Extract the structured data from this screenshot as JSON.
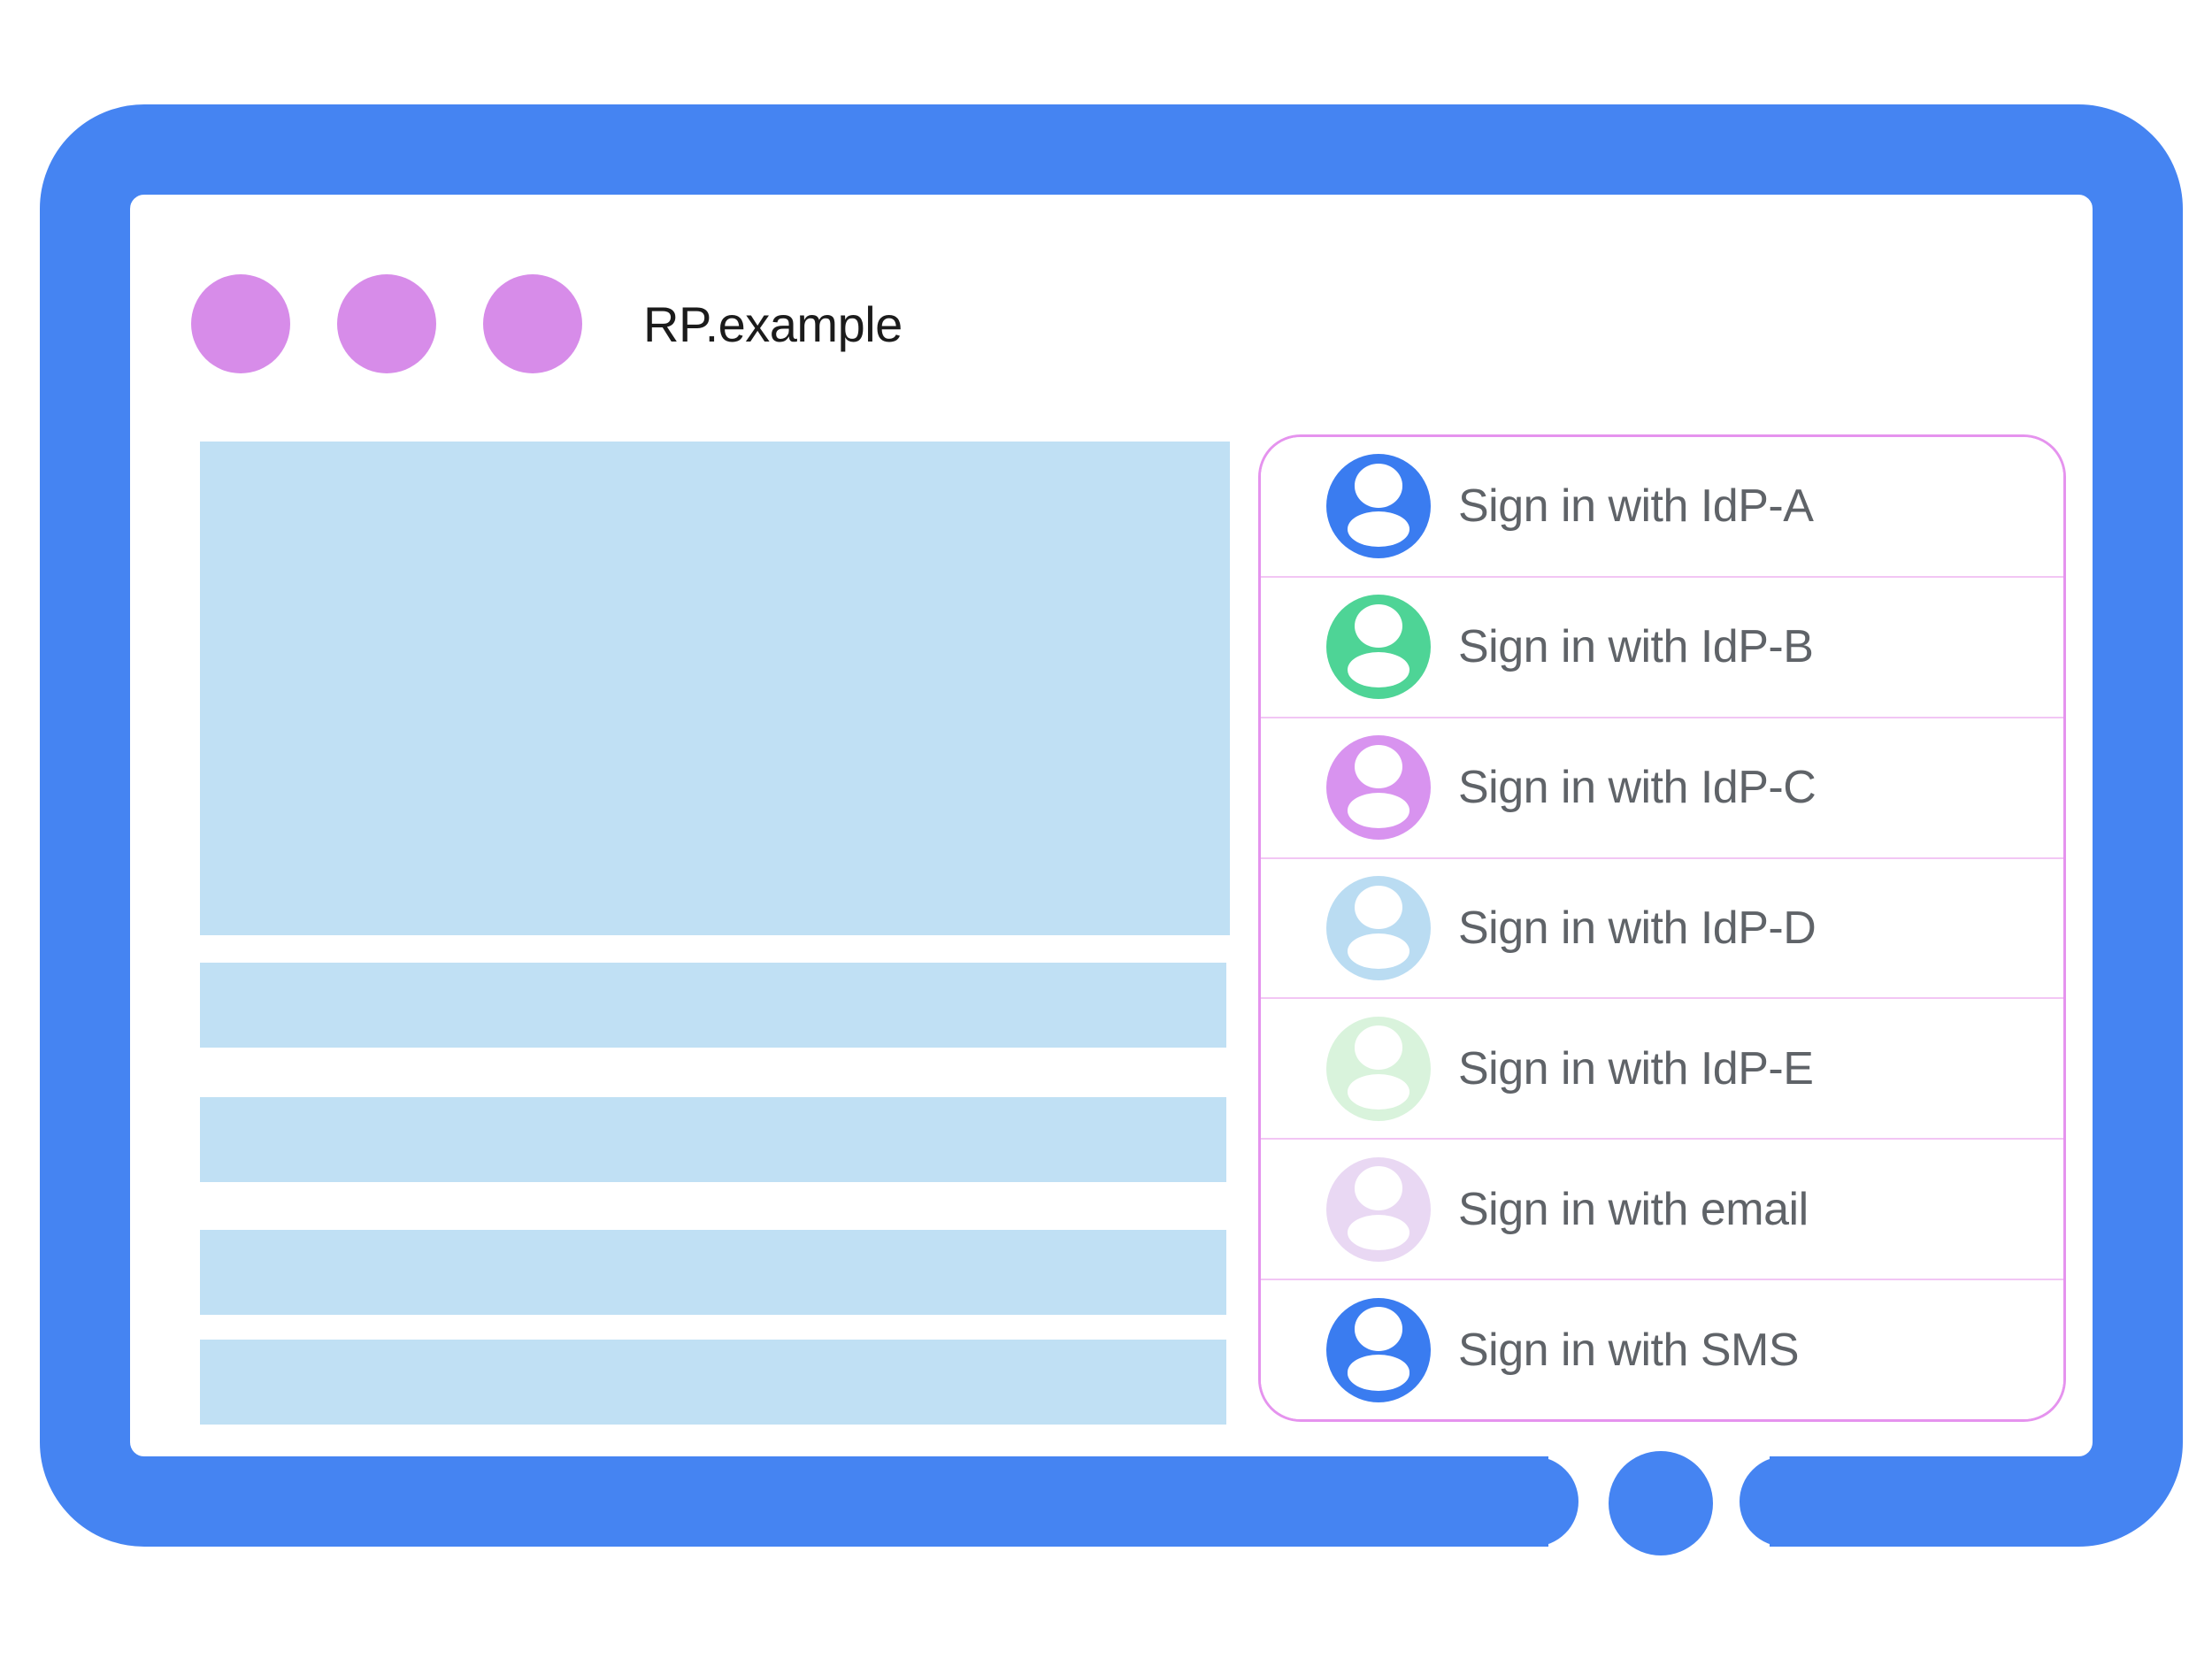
{
  "colors": {
    "frame_blue": "#4584f2",
    "window_dot_purple": "#d78ce9",
    "placeholder_blue": "#c0e0f4",
    "panel_border_pink": "#e593ee",
    "divider_pink": "#f2c6f4",
    "label_gray": "#5f6368",
    "title_black": "#1b1b1b"
  },
  "window": {
    "title": "RP.example"
  },
  "signin": {
    "rows": [
      {
        "label": "Sign in with IdP-A",
        "avatar_icon": "user-avatar-icon",
        "avatar_color": "#3a7cf0"
      },
      {
        "label": "Sign in with IdP-B",
        "avatar_icon": "user-avatar-icon",
        "avatar_color": "#4ed496"
      },
      {
        "label": "Sign in with IdP-C",
        "avatar_icon": "user-avatar-icon",
        "avatar_color": "#d893ef"
      },
      {
        "label": "Sign in with IdP-D",
        "avatar_icon": "user-avatar-icon",
        "avatar_color": "#badcf2"
      },
      {
        "label": "Sign in with IdP-E",
        "avatar_icon": "user-avatar-icon",
        "avatar_color": "#d9f3dc"
      },
      {
        "label": "Sign in with email",
        "avatar_icon": "user-avatar-icon",
        "avatar_color": "#e9d8f3"
      },
      {
        "label": "Sign in with SMS",
        "avatar_icon": "user-avatar-icon",
        "avatar_color": "#3a7cf0"
      }
    ]
  }
}
